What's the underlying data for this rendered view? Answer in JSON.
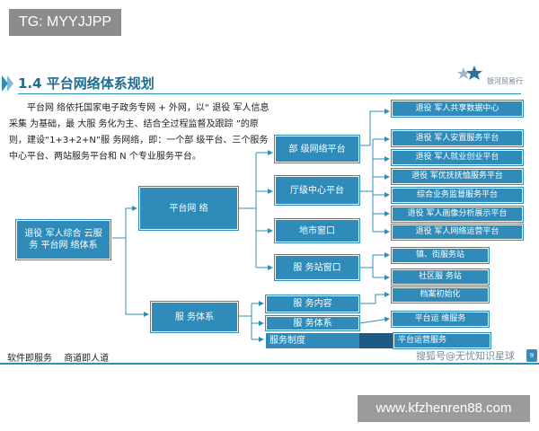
{
  "overlay_tag": "TG: MYYJJPP",
  "header": {
    "title": "1.4 平台网络体系规划",
    "brand": "银河贸易行"
  },
  "intro_text": "平台网 络依托国家电子政务专网 + 外网，以“ 退役 军人信息采集 为基础，最 大服 务化为主、结合全过程监督及跟踪 ”的原则，建设“1+3+2+N”服 务网络，即：一个部 级平台、三个服务中心平台、两站服务平台和 N 个专业服务平台。",
  "nodes": {
    "root": "退役 军人综合 云服务 平台网 络体系",
    "platform_network": "平台网 络",
    "service_system": "服 务体系",
    "ministry_platform": "部 级网络平台",
    "province_platform": "厅级中心平台",
    "city_window": "地市窗口",
    "station_window": "服 务站窗口",
    "service_content": "服 务内容",
    "service_system2": "服 务体系",
    "service_mechanism": "服务制度",
    "r1": "退役 军人共享数据中心",
    "r2": "退役 军人安置服务平台",
    "r3": "退役 军人就业创业平台",
    "r4": "退役 军优抚抚恤服务平台",
    "r5": "综合业务监督服务平台",
    "r6": "退役 军人画像分析展示平台",
    "r7": "退役 军人网络运营平台",
    "r8": "镇、街服务站",
    "r9": "社区服 务站",
    "r10": "档案初始化",
    "r11": "平台运 维服务",
    "r12": "平台运营服务"
  },
  "footer": {
    "slogan1": "软件即服务",
    "slogan2": "商道即人道",
    "watermark": "搜狐号@无忧知识星球",
    "page_number": "9"
  },
  "bottom_watermark": "www.kfzhenren88.com",
  "colors": {
    "box": "#2f8bb9",
    "title": "#1f6d8f",
    "line": "#2f8fb3"
  }
}
